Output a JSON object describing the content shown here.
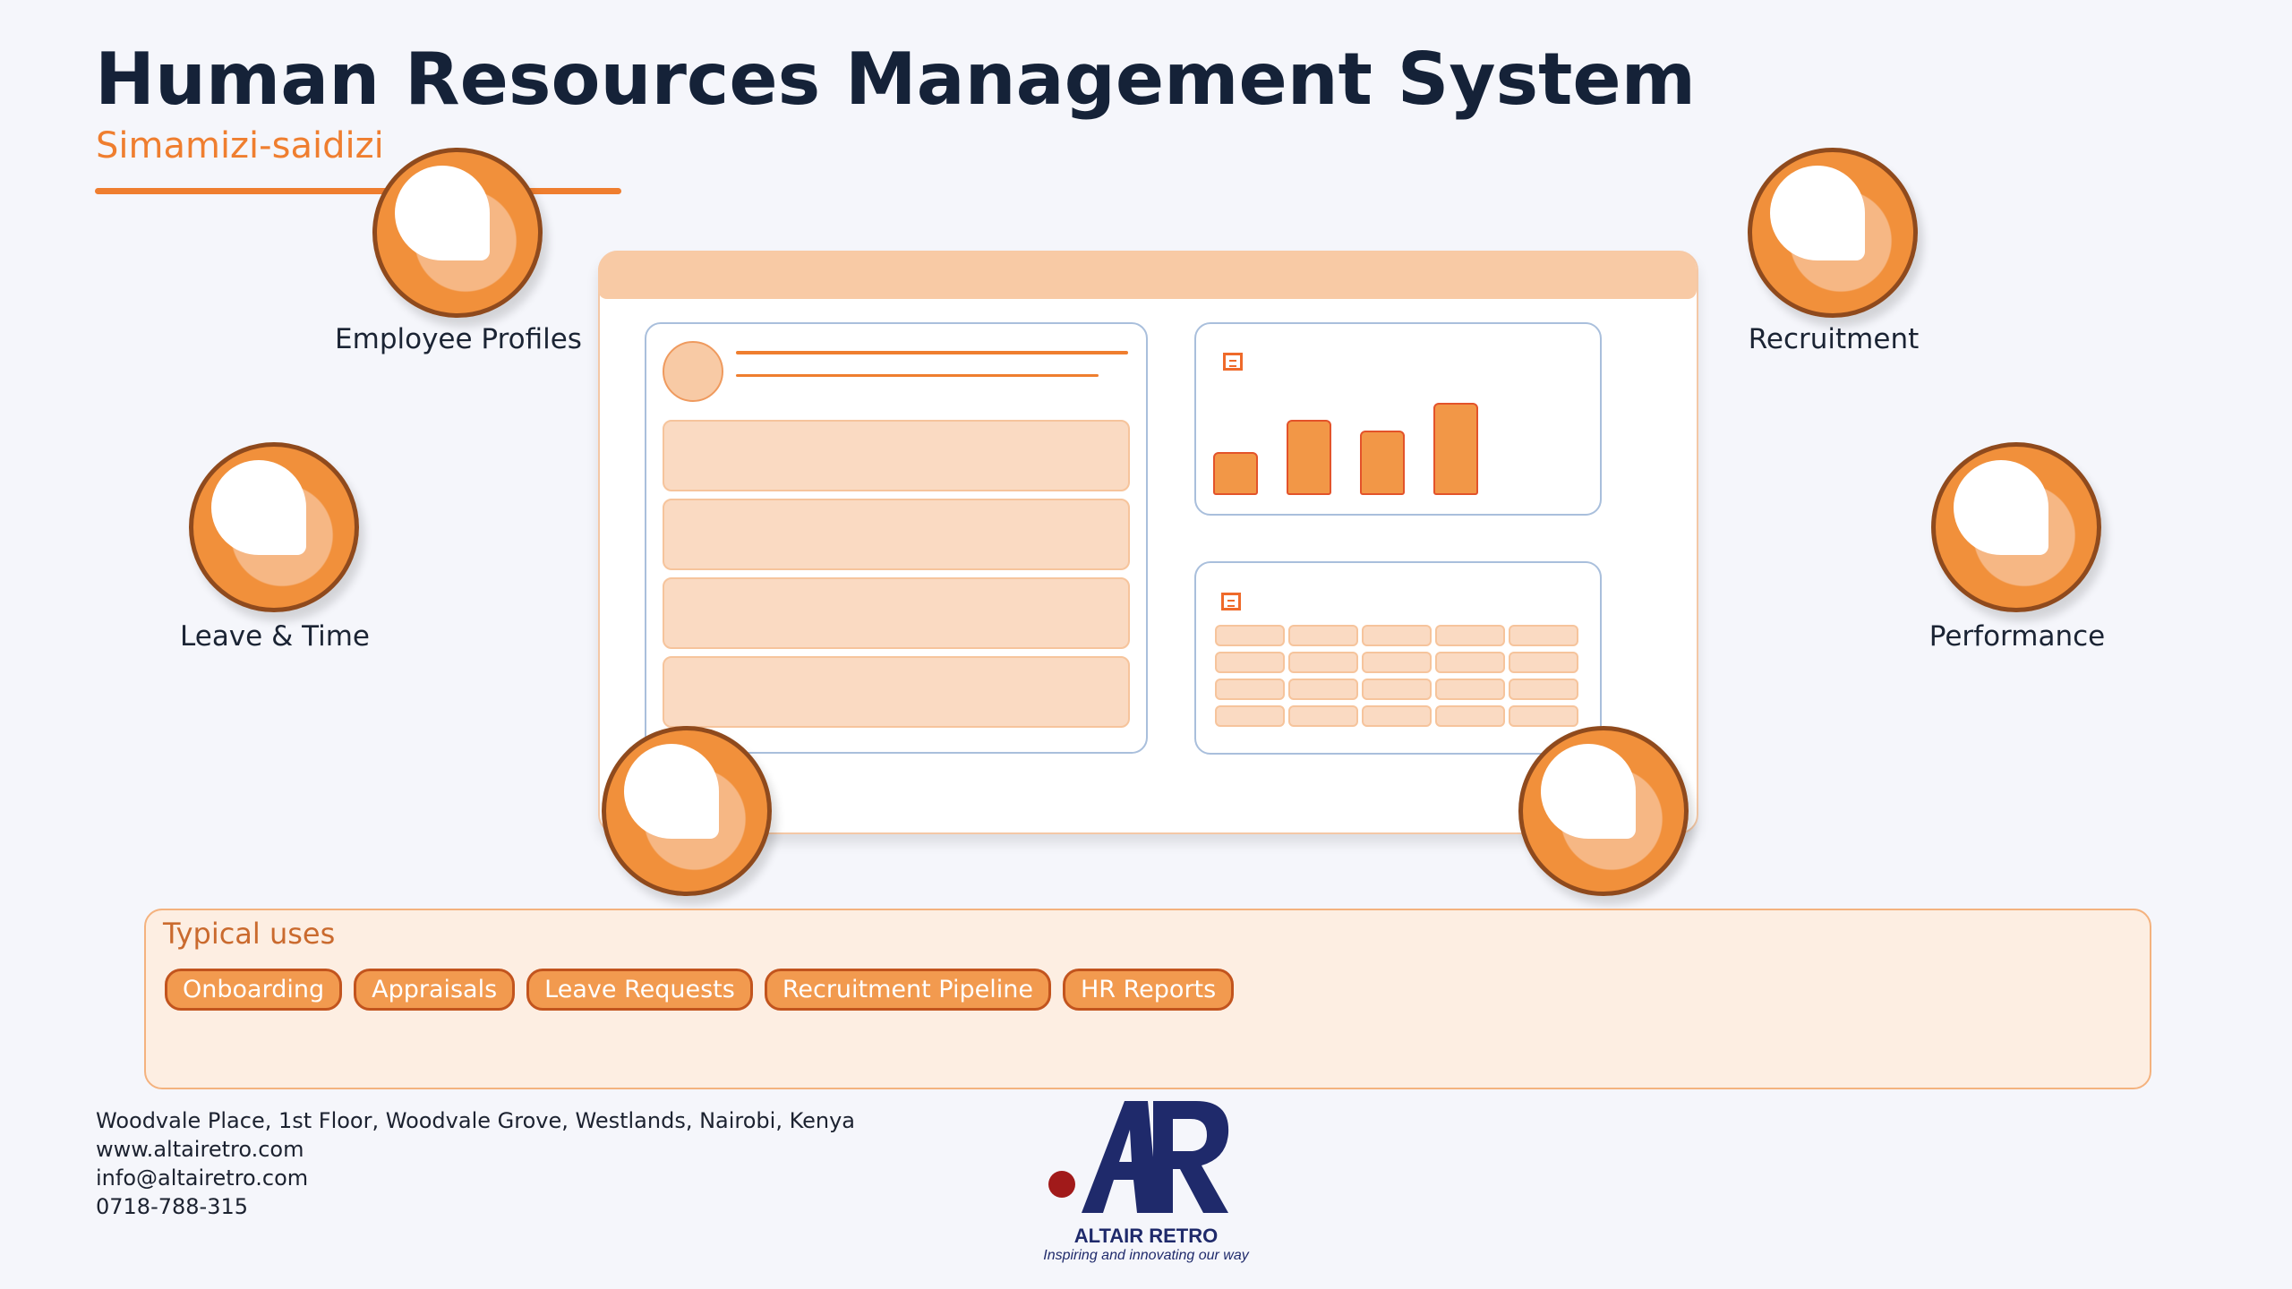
{
  "header": {
    "title": "Human Resources Management System",
    "subtitle": "Simamizi-saidizi"
  },
  "features": [
    {
      "label": "Employee Profiles",
      "icon": "employee-profiles-icon"
    },
    {
      "label": "Recruitment",
      "icon": "recruitment-icon"
    },
    {
      "label": "Leave & Time",
      "icon": "leave-time-icon"
    },
    {
      "label": "Performance",
      "icon": "performance-icon"
    },
    {
      "label": "",
      "icon": "feature-icon"
    },
    {
      "label": "",
      "icon": "feature-icon"
    }
  ],
  "dashboard": {
    "chart_data": {
      "type": "bar",
      "values": [
        2,
        3.5,
        3,
        4.3
      ],
      "ylim": [
        0,
        4.5
      ]
    },
    "table": {
      "rows": 4,
      "cols": 5
    }
  },
  "typical_uses": {
    "heading": "Typical uses",
    "items": [
      "Onboarding",
      "Appraisals",
      "Leave Requests",
      "Recruitment Pipeline",
      "HR Reports"
    ]
  },
  "footer": {
    "address": "Woodvale Place, 1st Floor, Woodvale Grove, Westlands, Nairobi, Kenya",
    "website": "www.altairetro.com",
    "email": "info@altairetro.com",
    "phone": "0718-788-315",
    "logo": {
      "name": "ALTAIR RETRO",
      "tagline": "Inspiring and innovating our way",
      "colors": {
        "navy": "#1f2a6b",
        "red": "#a11a1a"
      }
    }
  },
  "colors": {
    "accent": "#ef7e2f",
    "title": "#152238",
    "panel_border": "#a9bfdc",
    "soft_peach": "#fadac2"
  }
}
